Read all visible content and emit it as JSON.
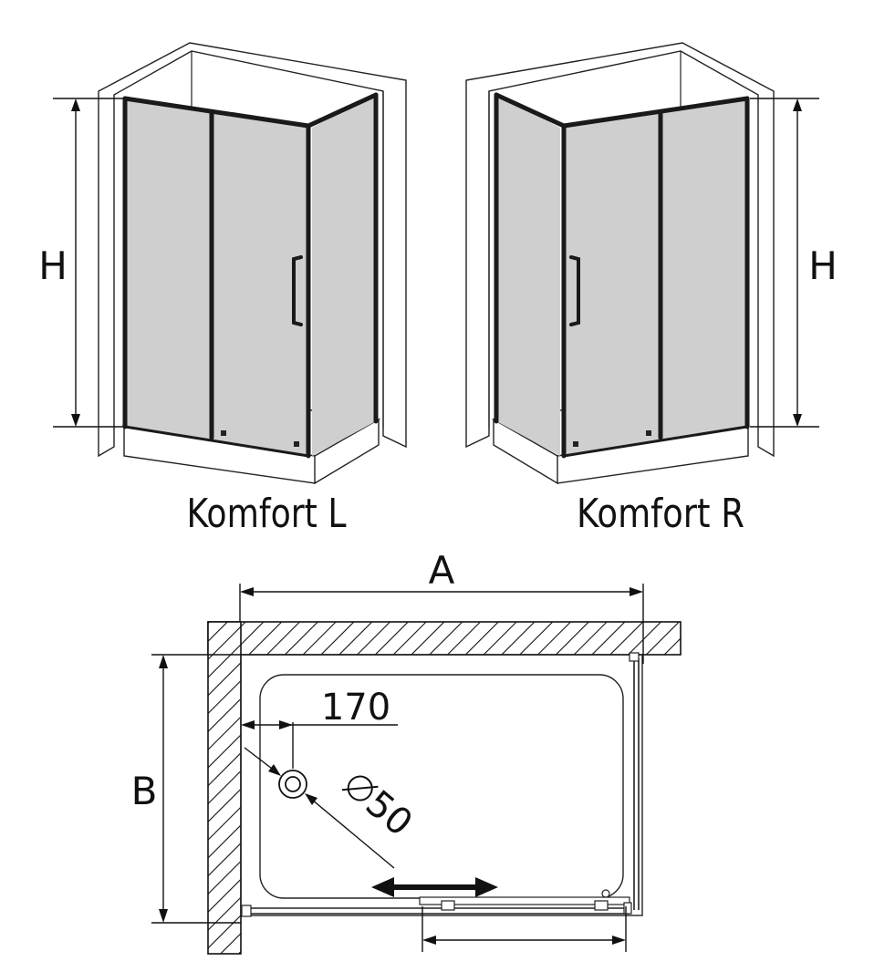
{
  "models": [
    {
      "id": "left",
      "name": "Komfort L",
      "height_label": "H"
    },
    {
      "id": "right",
      "name": "Komfort R",
      "height_label": "H"
    }
  ],
  "plan": {
    "width_label": "A",
    "depth_label": "B",
    "drain_offset_label": "170",
    "drain_diameter_label": "⌀ 50",
    "diameter_symbol": "⌀",
    "diameter_value": "50"
  },
  "colors": {
    "glass": "#cfcfcf",
    "frame": "#1a1a1a",
    "line": "#222222"
  }
}
